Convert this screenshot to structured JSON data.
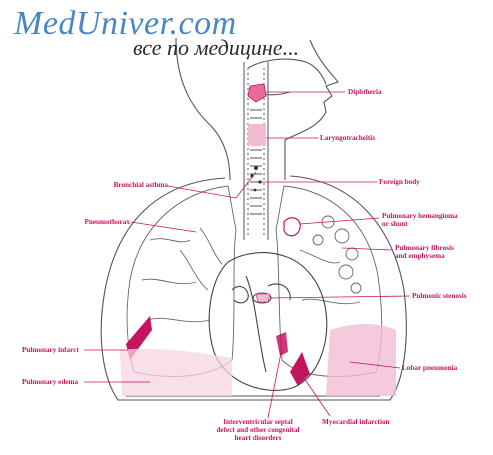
{
  "watermark": {
    "brand": "MedUniver.com",
    "tagline": "все по медицине..."
  },
  "labels": {
    "diphtheria": "Diphtheria",
    "laryngotracheitis": "Laryngotracheitis",
    "bronchial_asthma": "Bronchial asthma",
    "foreign_body": "Foreign body",
    "pneumothorax": "Pneumothorax",
    "pulmonary_hemangioma_1": "Pulmonary hemangioma",
    "pulmonary_hemangioma_2": "or shunt",
    "pulmonary_fibrosis_1": "Pulmonary fibrosis",
    "pulmonary_fibrosis_2": "and emphysema",
    "pulmonic_stenosis": "Pulmonic stenosis",
    "pulmonary_infarct": "Pulmonary infarct",
    "lobar_pneumonia": "Lobar pneumonia",
    "pulmonary_edema": "Pulmonary edema",
    "septal_defect_1": "Interventricular septal",
    "septal_defect_2": "defect and other congenital",
    "septal_defect_3": "heart disorders",
    "myocardial_infarction": "Myocardial infarction"
  },
  "colors": {
    "accent": "#c4145f",
    "highlight_light": "#f2bdd3",
    "line": "#555555",
    "watermark": "#4a86c6"
  }
}
